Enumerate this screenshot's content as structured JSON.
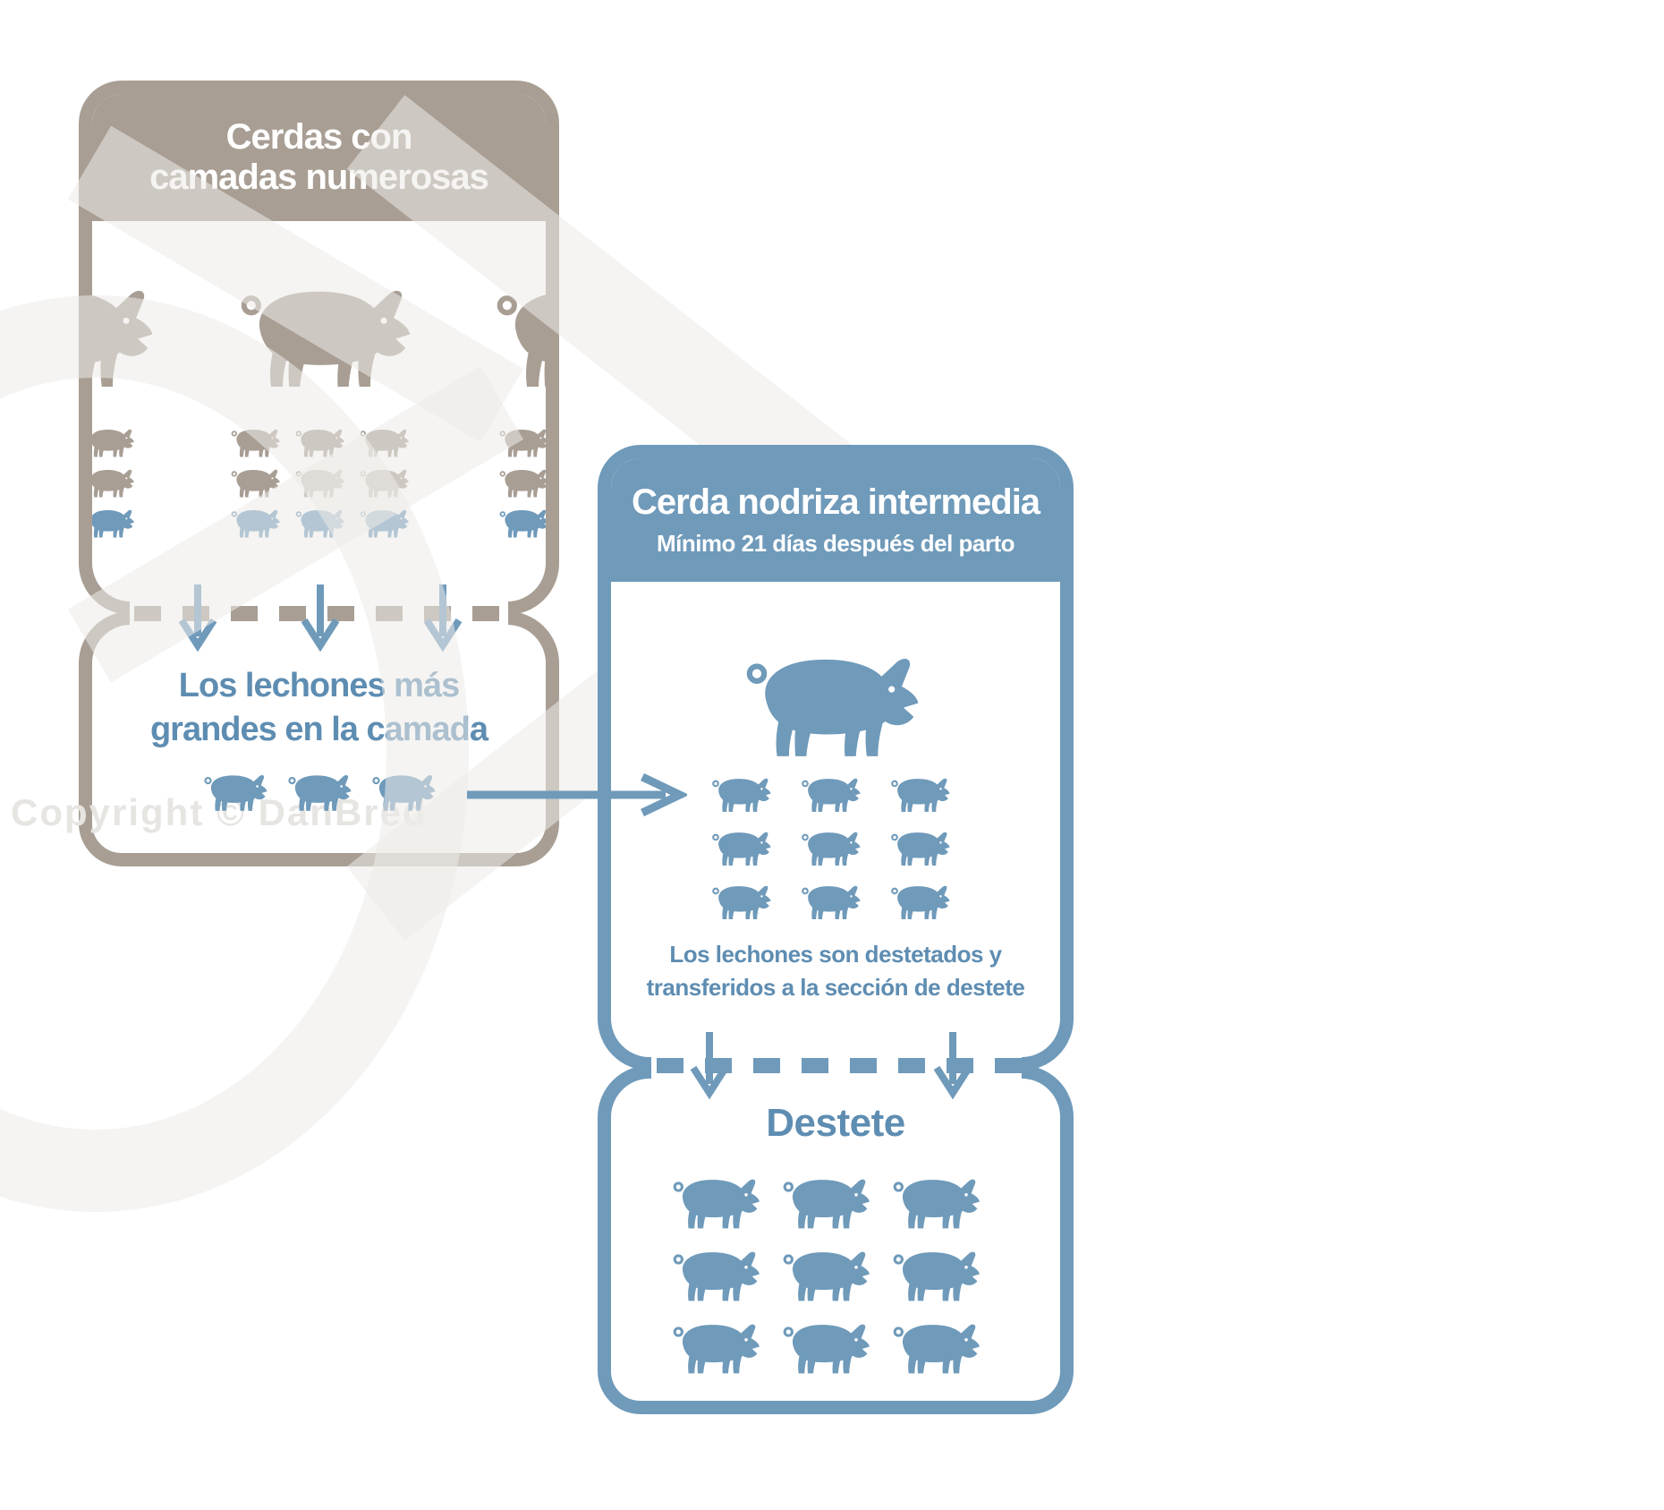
{
  "colors": {
    "tan": "#A89E94",
    "blue": "#6F9ABA",
    "blue_text": "#5E8DB2",
    "white": "#FFFFFF",
    "watermark_gray": "#EDEBE8",
    "copyright_gray": "#E7E5E2"
  },
  "watermark": {
    "copyright": "Copyright © DanBred",
    "logo": "danbred-chevron-logo-watermark"
  },
  "box_sows": {
    "title_line1": "Cerdas con",
    "title_line2": "camadas numerosas",
    "sows": {
      "full_count": 1,
      "partial_left_count": 1,
      "partial_right_count": 1
    },
    "piglet_rows": [
      {
        "color": "tan",
        "count": 3
      },
      {
        "color": "tan",
        "count": 3
      },
      {
        "color": "blue",
        "count": 3
      }
    ],
    "edge_piglet_partial_columns": 2
  },
  "box_selected": {
    "label_line1": "Los lechones más",
    "label_line2": "grandes en la camada",
    "piglets": {
      "color": "blue",
      "count": 3
    }
  },
  "box_nurse": {
    "title": "Cerda nodriza intermedia",
    "subtitle": "Mínimo 21 días después del parto",
    "sow_count": 1,
    "piglet_grid": {
      "rows": 3,
      "cols": 3,
      "color": "blue"
    },
    "caption_line1": "Los lechones son destetados y",
    "caption_line2": "transferidos a la sección de destete"
  },
  "box_weaning": {
    "title": "Destete",
    "pig_grid": {
      "rows": 3,
      "cols": 3,
      "color": "blue"
    }
  },
  "connectors": {
    "sows_to_selected": {
      "style": "dashed",
      "color": "tan",
      "dash_count": 8,
      "down_arrow_count": 3
    },
    "selected_to_nurse": {
      "style": "solid",
      "color": "blue",
      "right_arrow_count": 1
    },
    "nurse_to_weaning": {
      "style": "dashed",
      "color": "blue",
      "dash_count": 8,
      "down_arrow_count": 2
    }
  },
  "icons": {
    "pig": "pig-silhouette-icon",
    "arrow_down": "arrow-down-icon",
    "arrow_right": "arrow-right-icon"
  }
}
